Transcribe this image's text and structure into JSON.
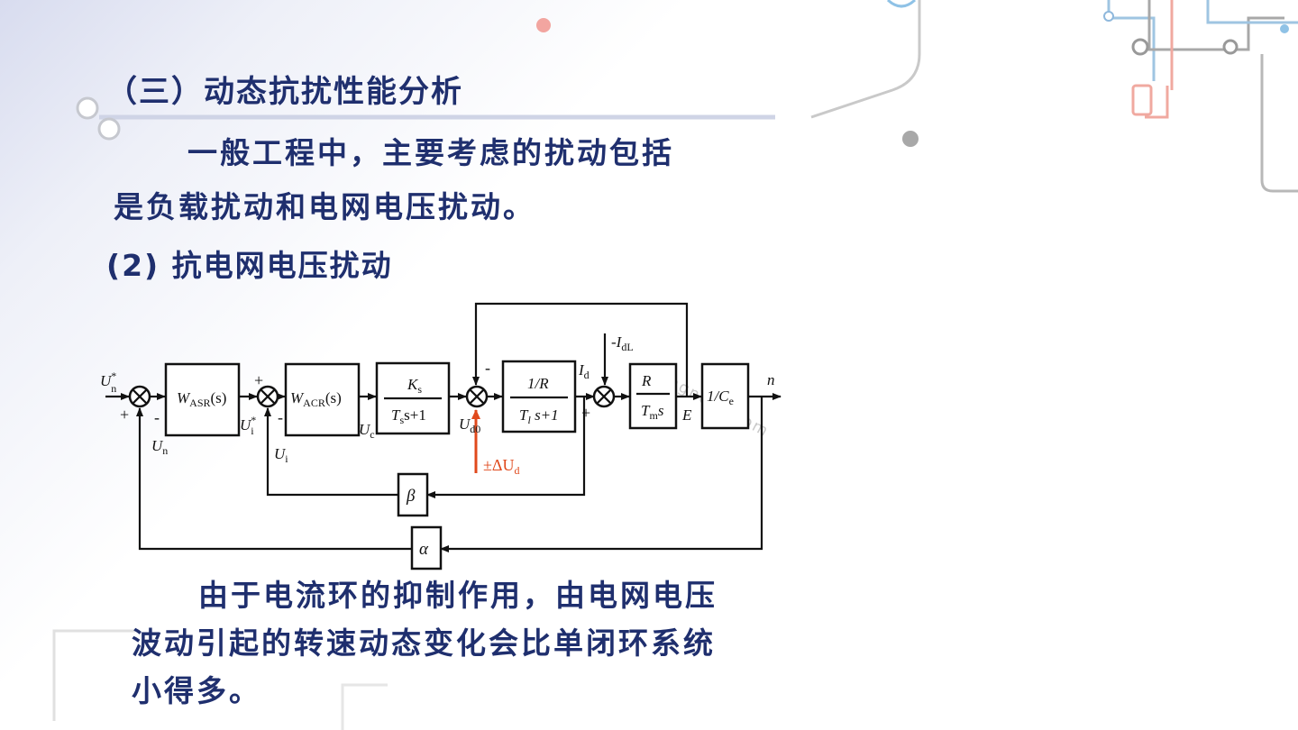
{
  "slide": {
    "section_title": "（三）动态抗扰性能分析",
    "intro_line1": "一般工程中，主要考虑的扰动包括",
    "intro_line2": "是负载扰动和电网电压扰动。",
    "subsection_title": "(2) 抗电网电压扰动",
    "conclusion_line1": "由于电流环的抑制作用，由电网电压",
    "conclusion_line2": "波动引起的转速动态变化会比单闭环系统",
    "conclusion_line3": "小得多。"
  },
  "diagram": {
    "watermark": "dangnese.com",
    "blocks": {
      "asr": {
        "w": "W",
        "sub": "ASR",
        "tail": "(s)"
      },
      "acr": {
        "w": "W",
        "sub": "ACR",
        "tail": "(s)"
      },
      "converter": {
        "num": "K",
        "num_sub": "s",
        "den_a": "T",
        "den_a_sub": "s",
        "den_b": "s+1"
      },
      "armature": {
        "num": "1/R",
        "den_a": "T",
        "den_a_sub": "l",
        "den_b": " s+1"
      },
      "mechanical": {
        "num": "R",
        "den_a": "T",
        "den_a_sub": "m",
        "den_b": "s"
      },
      "emf": {
        "label": "1/C",
        "sub": "e"
      },
      "current_fb": "β",
      "speed_fb": "α"
    },
    "signals": {
      "un_star": "U",
      "un_star_sup": "*",
      "un_star_sub": "n",
      "un": "U",
      "un_sub": "n",
      "ui_star": "U",
      "ui_star_sup": "*",
      "ui_star_sub": "i",
      "ui": "U",
      "ui_sub": "i",
      "uc": "U",
      "uc_sub": "c",
      "ud0": "U",
      "ud0_sub": "d0",
      "id": "I",
      "id_sub": "d",
      "idl": "-I",
      "idl_sub": "dL",
      "e": "E",
      "n": "n",
      "disturbance": "±ΔU",
      "disturbance_sub": "d"
    },
    "signs": {
      "plus": "+",
      "minus": "-"
    },
    "disturbance_color": "#e0491c"
  }
}
